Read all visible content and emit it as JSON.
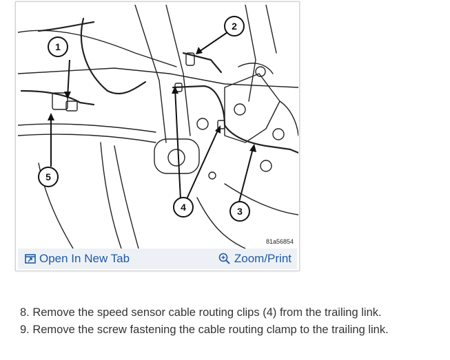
{
  "figure": {
    "callouts": [
      "1",
      "2",
      "3",
      "4",
      "5"
    ],
    "figure_id": "81a56854",
    "open_tab_label": "Open In New Tab",
    "open_tab_icon": "open-new-tab-icon",
    "zoom_label": "Zoom/Print",
    "zoom_icon": "zoom-icon",
    "link_color": "#1f5aa6",
    "toolbar_bg": "#edf1f6"
  },
  "steps": [
    "8. Remove the speed sensor cable routing clips (4) from the trailing link.",
    "9. Remove the screw fastening the cable routing clamp to the trailing link."
  ]
}
